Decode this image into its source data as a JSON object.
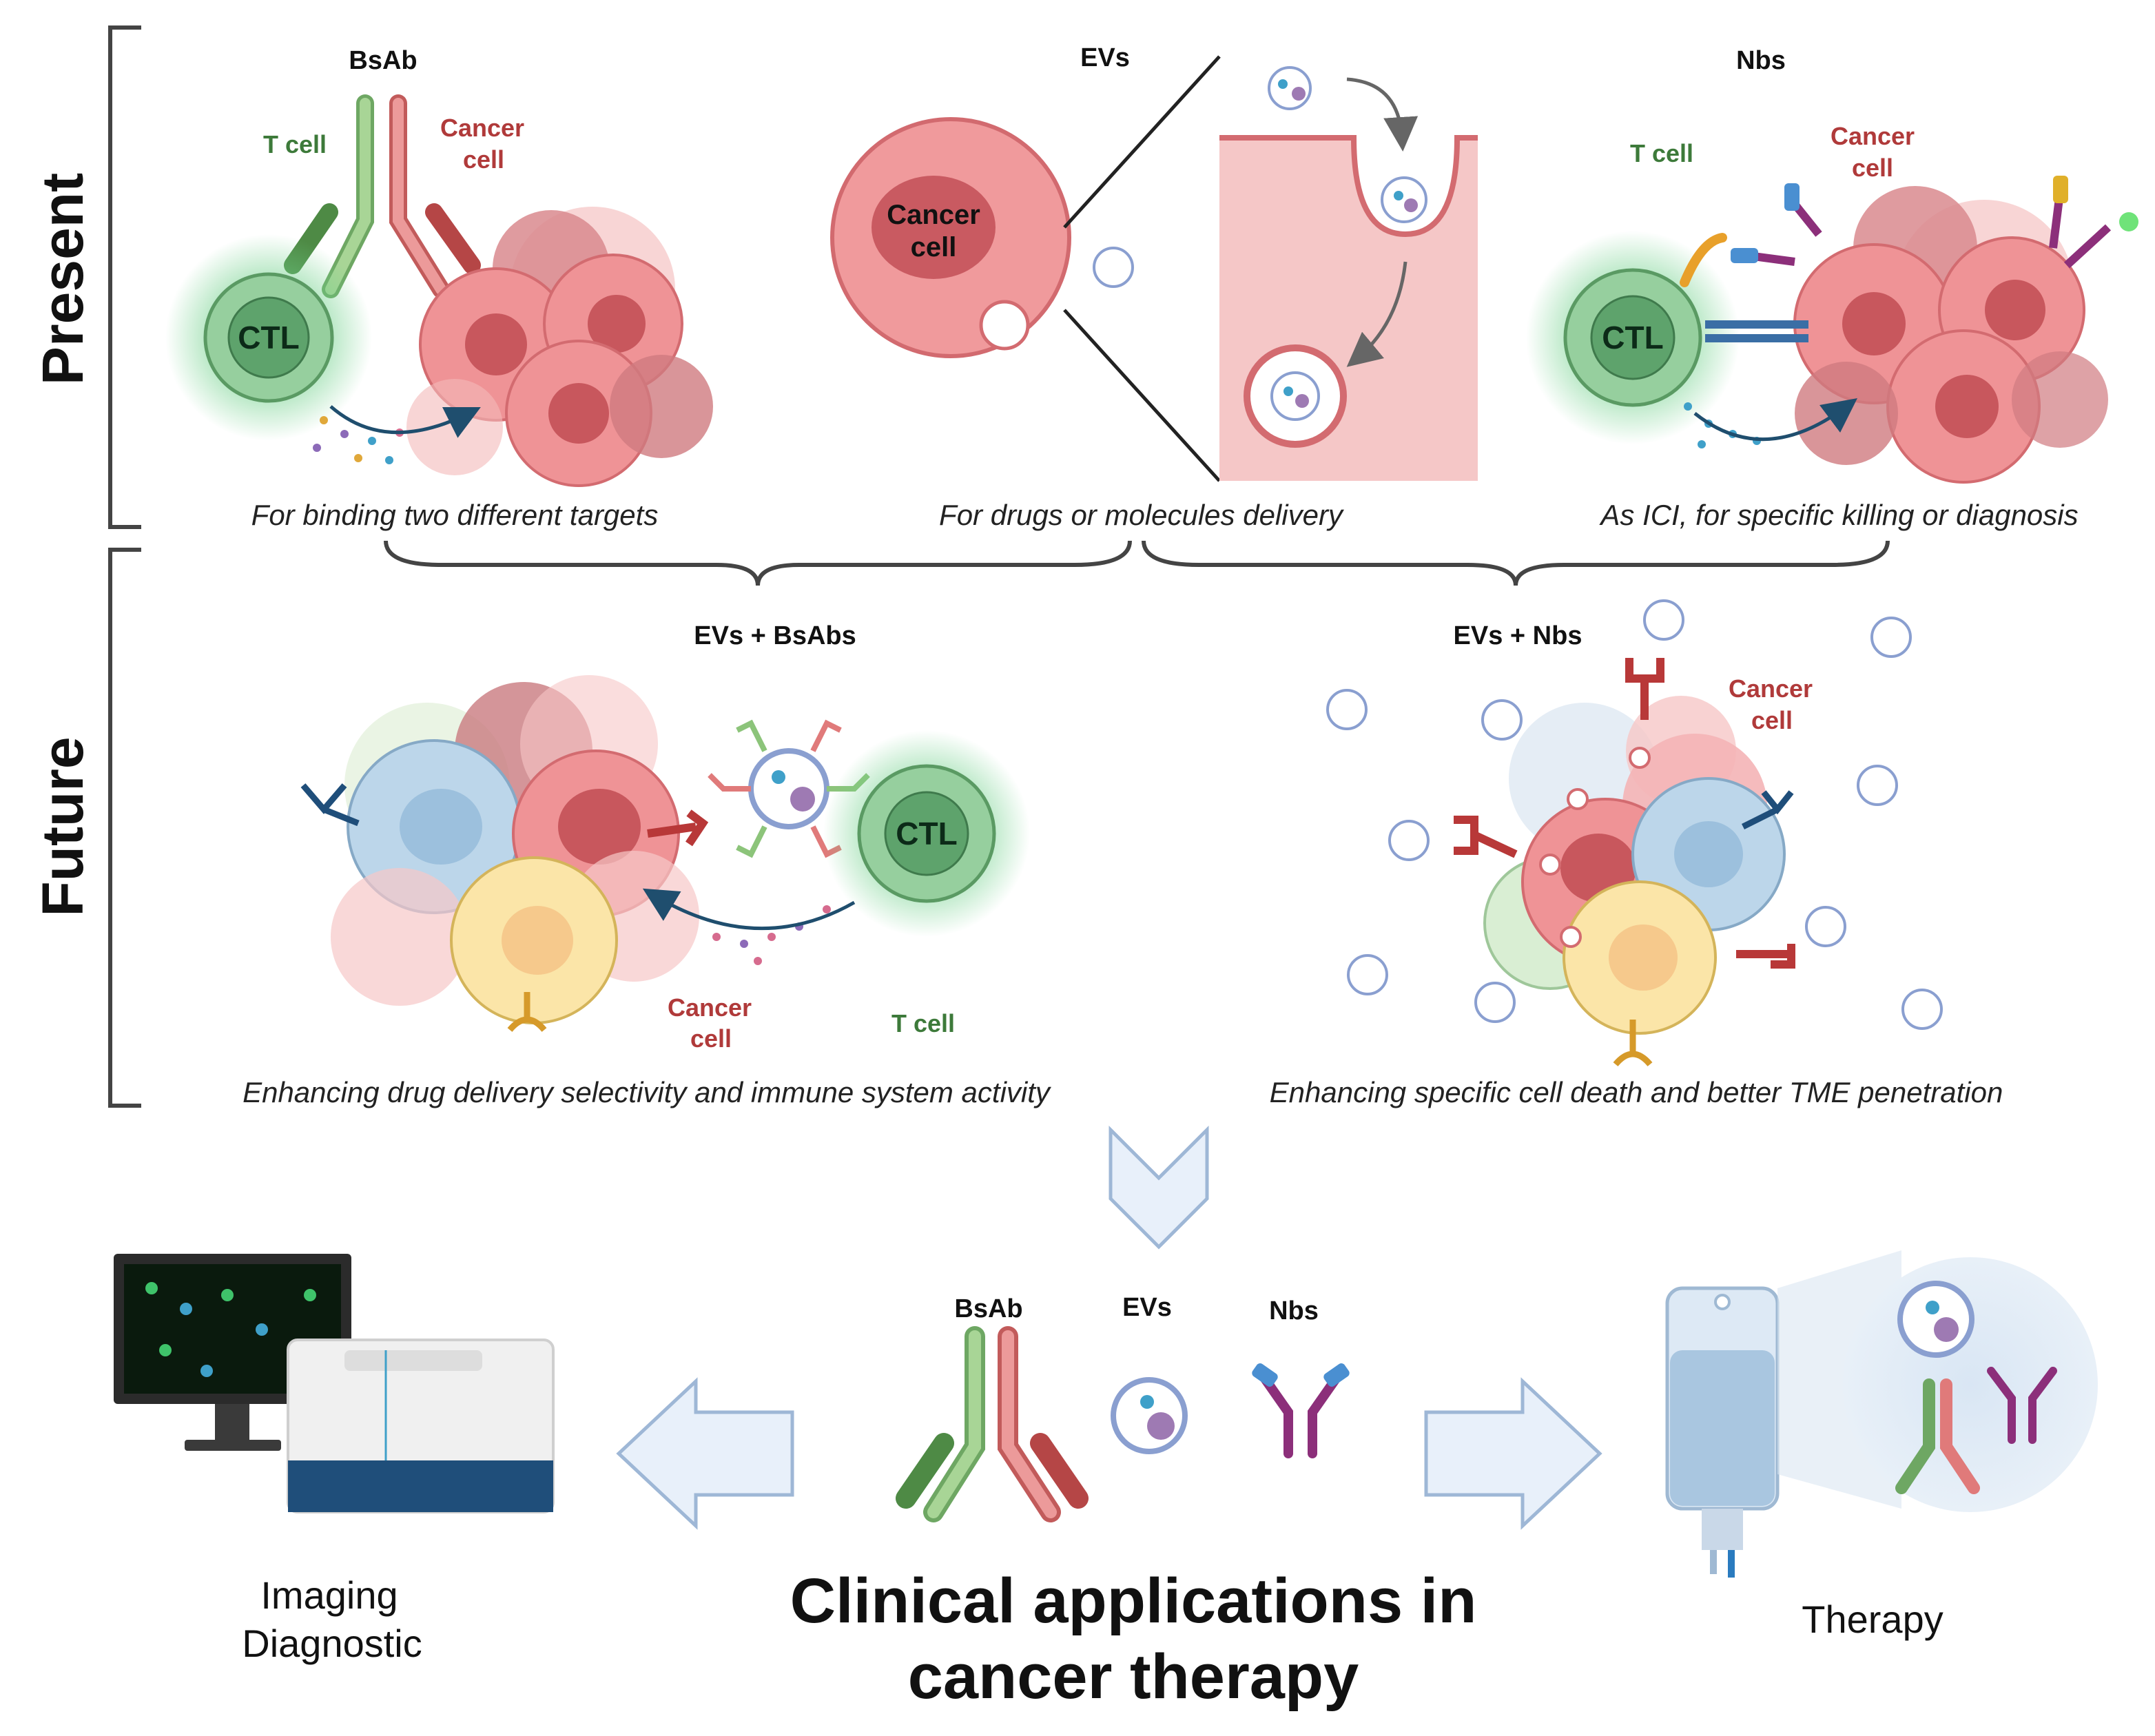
{
  "labels": {
    "present": "Present",
    "future": "Future",
    "bsab": "BsAb",
    "evs": "EVs",
    "nbs": "Nbs",
    "t_cell": "T cell",
    "cancer": "Cancer",
    "cell": "cell",
    "ctl": "CTL",
    "evs_bsabs": "EVs + BsAbs",
    "evs_nbs": "EVs + Nbs"
  },
  "captions": {
    "bsab": "For binding two different targets",
    "evs": "For drugs or molecules delivery",
    "nbs": "As ICI, for specific killing or diagnosis",
    "evs_bsabs": "Enhancing drug delivery selectivity and immune system activity",
    "evs_nbs": "Enhancing specific cell death and better TME penetration"
  },
  "bottom": {
    "bsab": "BsAb",
    "evs": "EVs",
    "nbs": "Nbs",
    "title_line1": "Clinical applications in",
    "title_line2": "cancer therapy",
    "imaging_line1": "Imaging",
    "imaging_line2": "Diagnostic",
    "therapy": "Therapy"
  },
  "colors": {
    "cancer_pink": "#e9868a",
    "cancer_dark": "#c9575e",
    "ctl_green": "#7fbf8a",
    "antibody_green": "#8cc47a",
    "antibody_red": "#e07a7a",
    "arrow_fill": "#e8f0fa",
    "arrow_stroke": "#9eb7d6"
  },
  "icons": [
    "monitor-icon",
    "imaging-device-icon",
    "iv-bag-icon",
    "chevron-down-icon",
    "arrow-left-icon",
    "arrow-right-icon"
  ]
}
